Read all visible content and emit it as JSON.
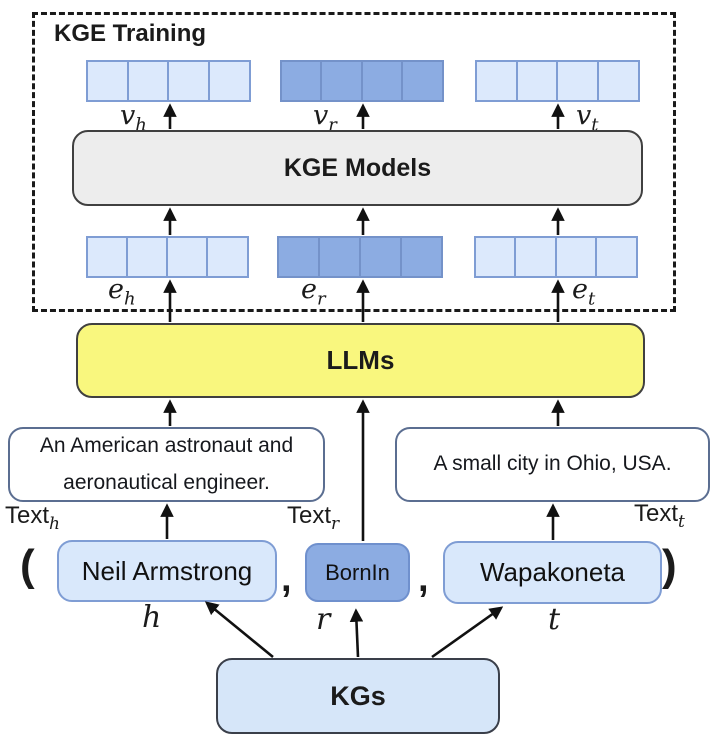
{
  "diagram": {
    "kge_training_label": "KGE Training",
    "kge_models_label": "KGE Models",
    "llms_label": "LLMs",
    "kgs_label": "KGs"
  },
  "vector_labels": {
    "vh": {
      "base": "v",
      "sub": "h"
    },
    "vr": {
      "base": "v",
      "sub": "r"
    },
    "vt": {
      "base": "v",
      "sub": "t"
    },
    "eh": {
      "base": "e",
      "sub": "h"
    },
    "er": {
      "base": "e",
      "sub": "r"
    },
    "et": {
      "base": "e",
      "sub": "t"
    }
  },
  "text_labels": {
    "head": {
      "base": "Text",
      "sub": "h"
    },
    "rel": {
      "base": "Text",
      "sub": "r"
    },
    "tail": {
      "base": "Text",
      "sub": "t"
    }
  },
  "descriptions": {
    "head_line1": "An American astronaut and",
    "head_line2": "aeronautical engineer.",
    "tail_line1": "A small city in Ohio, USA."
  },
  "triple": {
    "open_paren": "(",
    "head_entity": "Neil Armstrong",
    "comma_1": ",",
    "relation": "BornIn",
    "comma_2": ",",
    "tail_entity": "Wapakoneta",
    "close_paren": ")",
    "head_var": "h",
    "relation_var": "r",
    "tail_var": "t"
  },
  "colors": {
    "light_cell_fill": "#dce9fc",
    "light_cell_border": "#7f9dd4",
    "dark_cell_fill": "#8cace2",
    "dark_cell_border": "#7492c9",
    "llms_fill": "#f9f77e",
    "kge_models_fill": "#ededed",
    "kgs_fill": "#d6e6f9",
    "entity_fill": "#d9e8fb",
    "relation_fill": "#8cace2",
    "textbox_border": "#5b6e91",
    "arrow_color": "#111111"
  }
}
